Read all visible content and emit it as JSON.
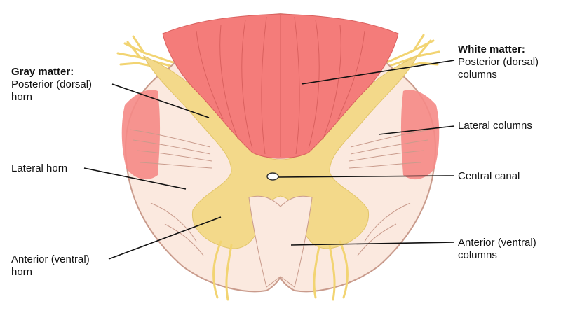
{
  "labels": {
    "gray_matter_heading": "Gray matter:",
    "posterior_horn": [
      "Posterior (dorsal)",
      "horn"
    ],
    "lateral_horn": "Lateral horn",
    "anterior_horn": [
      "Anterior (ventral)",
      "horn"
    ],
    "white_matter_heading": "White matter:",
    "posterior_columns": [
      "Posterior (dorsal)",
      "columns"
    ],
    "lateral_columns": "Lateral columns",
    "central_canal": "Central canal",
    "anterior_columns": [
      "Anterior (ventral)",
      "columns"
    ]
  },
  "colors": {
    "white_matter": "#fbe9df",
    "white_matter_stroke": "#c99b8c",
    "gray_matter": "#f3d98a",
    "posterior_column_red": "#f47c7a",
    "lateral_column_red": "#f58a86",
    "nerve_root": "#f2d472",
    "leader_line": "#111111"
  }
}
